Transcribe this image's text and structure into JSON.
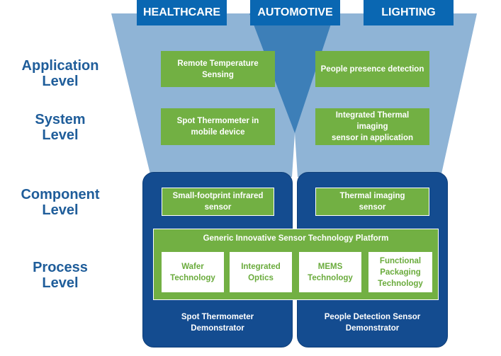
{
  "colors": {
    "tab_blue": "#0a67b2",
    "funnel_light": "#8fb4d6",
    "funnel_dark": "#3d7fb8",
    "panel_blue": "#144c90",
    "green": "#72b043",
    "level_text": "#1f5d9a"
  },
  "tabs": {
    "healthcare": "HEALTHCARE",
    "automotive": "AUTOMOTIVE",
    "lighting": "LIGHTING"
  },
  "levels": {
    "application": [
      "Application",
      "Level"
    ],
    "system": [
      "System",
      "Level"
    ],
    "component": [
      "Component",
      "Level"
    ],
    "process": [
      "Process",
      "Level"
    ]
  },
  "left": {
    "application": [
      "Remote Temperature",
      "Sensing"
    ],
    "system": [
      "Spot Thermometer in",
      "mobile device"
    ],
    "component": [
      "Small-footprint infrared",
      "sensor"
    ],
    "demonstrator": [
      "Spot Thermometer",
      "Demonstrator"
    ]
  },
  "right": {
    "application": [
      "People presence detection"
    ],
    "system": [
      "Integrated Thermal imaging",
      "sensor in application"
    ],
    "component": [
      "Thermal imaging",
      "sensor"
    ],
    "demonstrator": [
      "People Detection Sensor",
      "Demonstrator"
    ]
  },
  "platform": {
    "title": "Generic Innovative Sensor Technology Platform",
    "technologies": [
      [
        "Wafer",
        "Technology"
      ],
      [
        "Integrated",
        "Optics"
      ],
      [
        "MEMS",
        "Technology"
      ],
      [
        "Functional",
        "Packaging",
        "Technology"
      ]
    ]
  }
}
